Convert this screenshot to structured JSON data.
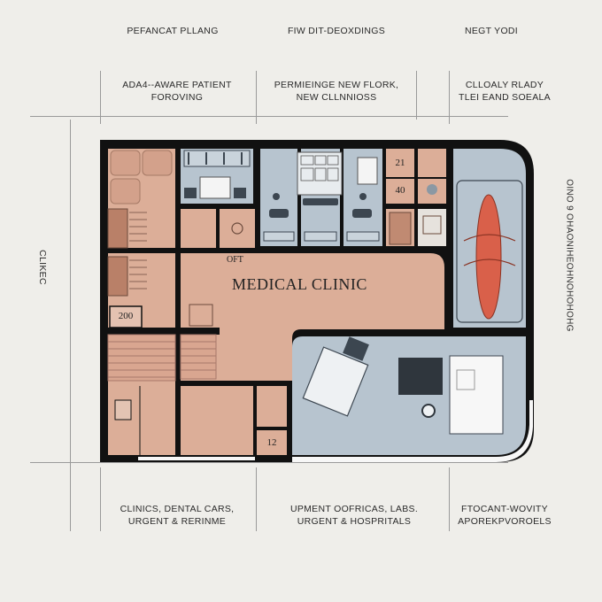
{
  "header": {
    "col1": "PEFANCAT PLLANG",
    "col2": "FIW DIT-DEOXDINGS",
    "col3": "NEGT YODI"
  },
  "subheader": {
    "col1_line1": "ADA4--AWARE PATIENT",
    "col1_line2": "FOROVING",
    "col2_line1": "PERMIEINGE NEW FLORK,",
    "col2_line2": "NEW CLLNNIOSS",
    "col3_line1": "CLLOALY RLADY",
    "col3_line2": "TLEI EAND SOEALA"
  },
  "side": {
    "left": "CLIKEC",
    "right": "OINO 9 OHAONIHEOHNOHOHOHG"
  },
  "plan": {
    "title": "MEDICAL CLINIC",
    "tag_oft": "OFT",
    "rooms": {
      "r21": "21",
      "r40": "40",
      "r200": "200",
      "r12": "12"
    }
  },
  "footer": {
    "col1_line1": "CLINICS, DENTAL CARS,",
    "col1_line2": "URGENT & RERINME",
    "col2_line1": "UPMENT OOFRICAS, LABS.",
    "col2_line2": "URGENT & HOSPRITALS",
    "col3_line1": "FTOCANT-WOVITY",
    "col3_line2": "APOREKPVOROELS"
  },
  "colors": {
    "background": "#efeeea",
    "wall": "#111111",
    "terracotta_floor": "#dcae98",
    "blue_floor": "#b7c4cf",
    "accent_red": "#d9604a"
  }
}
